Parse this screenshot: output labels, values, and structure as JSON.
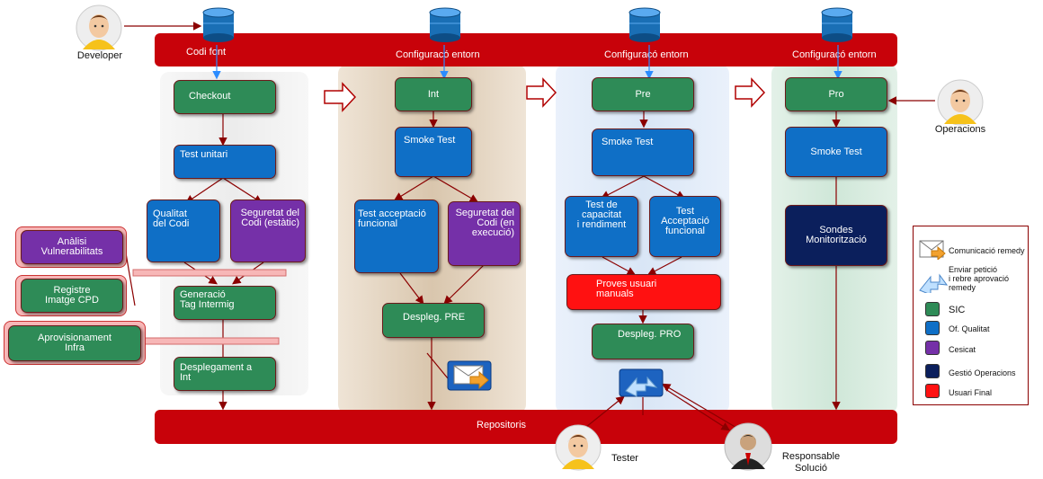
{
  "actors": {
    "developer": "Developer",
    "operacions": "Operacions",
    "tester": "Tester",
    "responsable": "Responsable\nSolució"
  },
  "top_labels": {
    "codi_font": "Codi font",
    "conf1": "Configuracó entorn",
    "conf2": "Configuracó entorn",
    "conf3": "Configuracó entorn"
  },
  "bottom_label": "Repositoris",
  "lane1": {
    "checkout": "Checkout",
    "test_unitari": "Test unitari",
    "qualitat": "Qualitat\ndel Codi",
    "seguretat": "Seguretat del\nCodi (estàtic)",
    "generacio": "Generació\nTag Intermig",
    "desplegament": "Desplegament a\nInt"
  },
  "side": {
    "analisi": "Anàlisi\nVulnerabilitats",
    "registre": "Registre\nImatge CPD",
    "aprovisionament": "Aprovisionament\nInfra"
  },
  "lane2": {
    "int": "Int",
    "smoke": "Smoke Test",
    "acceptacio": "Test acceptació\nfuncional",
    "seguretat": "Seguretat del\nCodi (en\nexecució)",
    "despleg": "Despleg. PRE"
  },
  "lane3": {
    "pre": "Pre",
    "smoke": "Smoke Test",
    "capacitat": "Test de\ncapacitat\ni rendiment",
    "acceptacio": "Test\nAcceptació\nfuncional",
    "proves": "Proves usuari\nmanuals",
    "despleg": "Despleg. PRO"
  },
  "lane4": {
    "pro": "Pro",
    "smoke": "Smoke Test",
    "sondes": "Sondes\nMonitorització"
  },
  "legend": {
    "comunicacio": "Comunicació remedy",
    "enviar": "Enviar petició\ni rebre aprovació\nremedy",
    "sic": "SIC",
    "qualitat": "Of. Qualitat",
    "cesicat": "Cesicat",
    "gestio": "Gestió Operacions",
    "usuari": "Usuari Final"
  },
  "colors": {
    "band": "#c8020a",
    "sic": "#2e8b57",
    "qualitat": "#0f6fc6",
    "cesicat": "#7530a8",
    "gestio": "#0b1f5c",
    "usuari": "#ff1111"
  }
}
